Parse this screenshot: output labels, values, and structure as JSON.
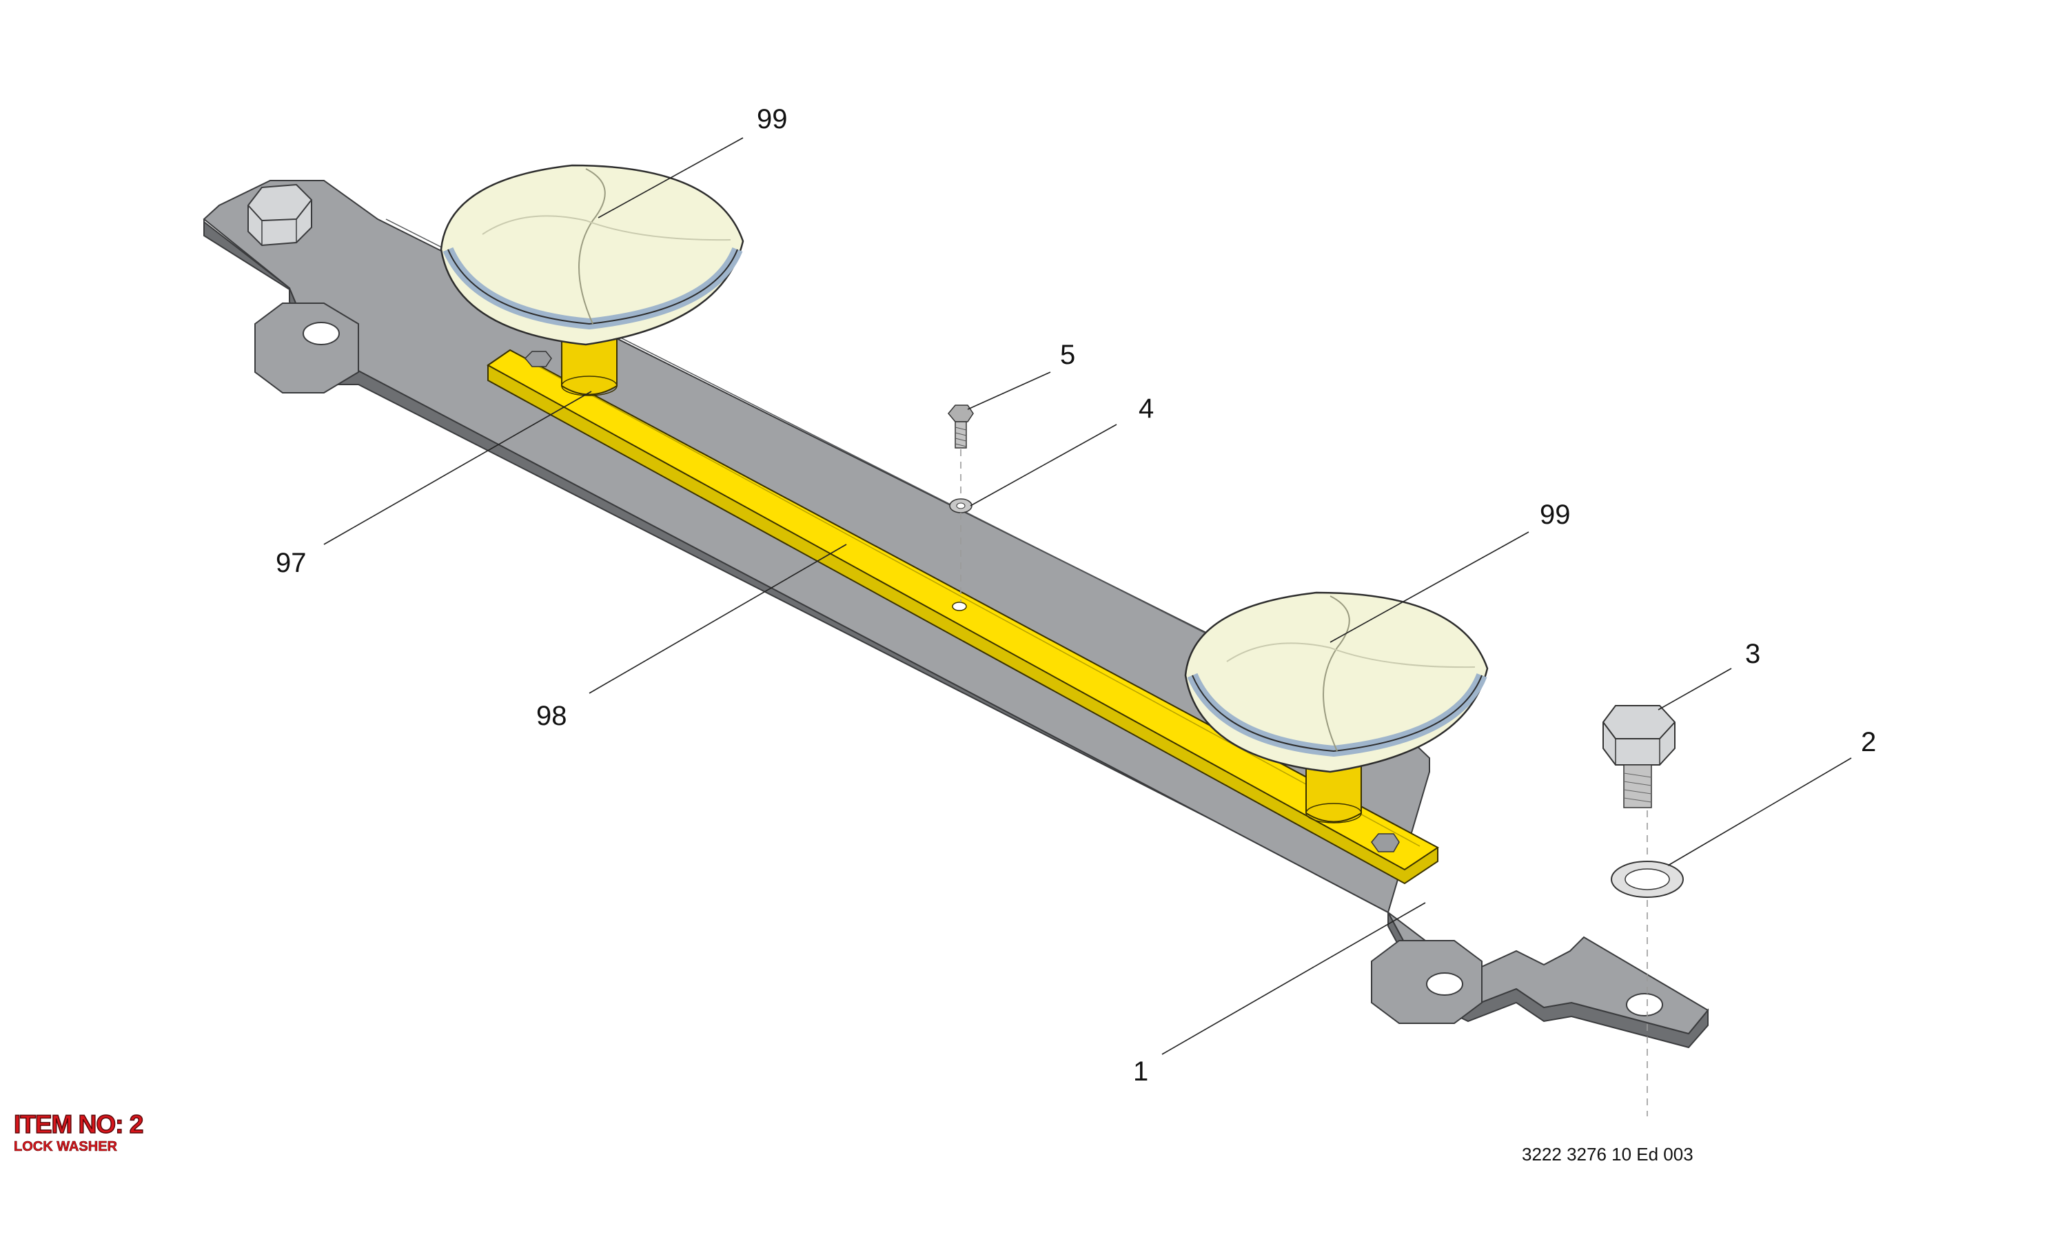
{
  "item": {
    "number_label": "ITEM NO: 2",
    "description": "LOCK WASHER"
  },
  "drawing_number": "3222 3276 10 Ed 003",
  "callouts": [
    {
      "id": "c99a",
      "text": "99"
    },
    {
      "id": "c5",
      "text": "5"
    },
    {
      "id": "c4",
      "text": "4"
    },
    {
      "id": "c97",
      "text": "97"
    },
    {
      "id": "c99b",
      "text": "99"
    },
    {
      "id": "c98",
      "text": "98"
    },
    {
      "id": "c3",
      "text": "3"
    },
    {
      "id": "c2",
      "text": "2"
    },
    {
      "id": "c1",
      "text": "1"
    }
  ],
  "parts": [
    {
      "callout": "1",
      "name": "bracket plate",
      "color": "#a0a2a5"
    },
    {
      "callout": "2",
      "name": "lock washer",
      "color": "#e0e0e0"
    },
    {
      "callout": "3",
      "name": "hex bolt",
      "color": "#d4d6d8"
    },
    {
      "callout": "4",
      "name": "washer",
      "color": "#c8c8c8"
    },
    {
      "callout": "5",
      "name": "screw",
      "color": "#b0b0b0"
    },
    {
      "callout": "97",
      "name": "lamp stem",
      "color": "#ffe000"
    },
    {
      "callout": "98",
      "name": "mounting bar",
      "color": "#ffe000"
    },
    {
      "callout": "99",
      "name": "lamp dome",
      "color": "#f3f4d8"
    }
  ],
  "colors": {
    "plate": "#a0a2a5",
    "bar": "#ffe000",
    "dome": "#f3f4d8",
    "rim": "#9fb5cc",
    "item_label": "#d8161c"
  }
}
